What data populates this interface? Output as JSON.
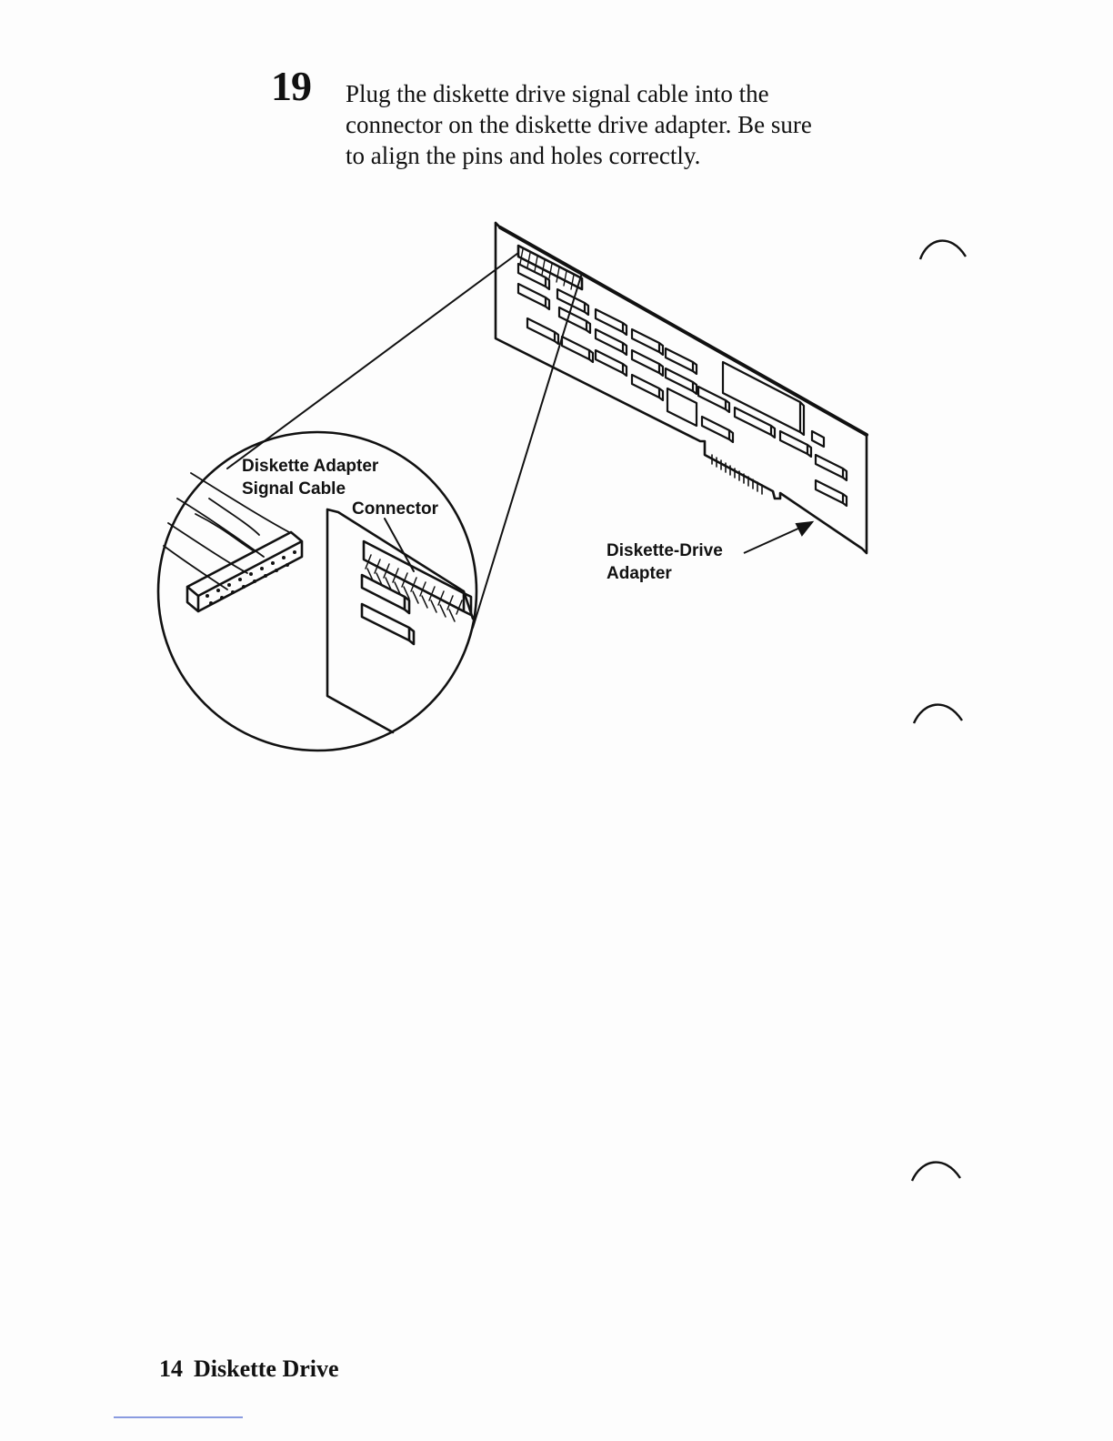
{
  "step": {
    "number": "19",
    "lines": [
      "Plug the diskette drive signal cable into the",
      "connector on the diskette drive adapter. Be sure",
      "to align the pins and holes correctly."
    ]
  },
  "figure": {
    "labels": {
      "cable_line1": "Diskette Adapter",
      "cable_line2": "Signal Cable",
      "connector": "Connector",
      "adapter_line1": "Diskette-Drive",
      "adapter_line2": "Adapter"
    }
  },
  "footer": {
    "page_number": "14",
    "section": "Diskette Drive"
  }
}
